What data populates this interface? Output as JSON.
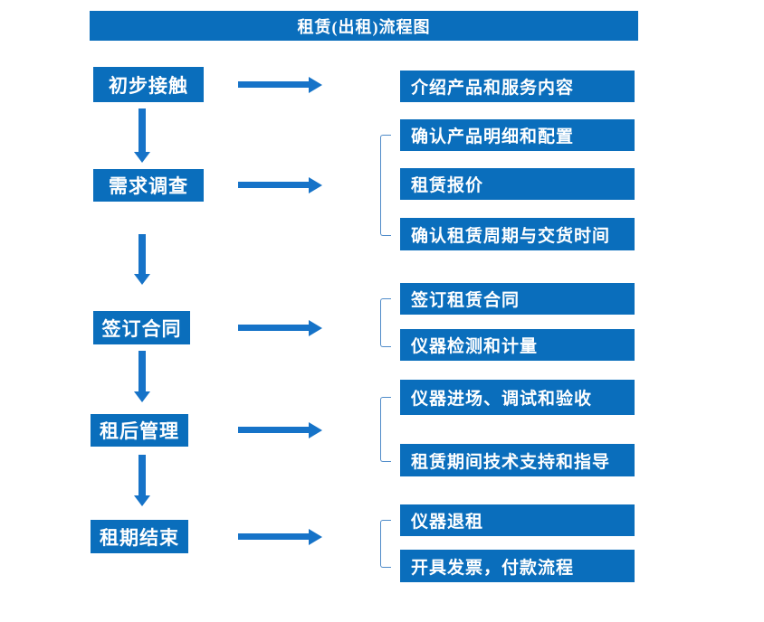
{
  "title": "租赁(出租)流程图",
  "colors": {
    "box_blue": "#0a6ebc",
    "arrow_blue": "#1673c8",
    "bracket_blue": "#4f8bc9",
    "text_white": "#ffffff",
    "background": "#ffffff"
  },
  "stages": [
    {
      "label": "初步接触",
      "details": [
        "介绍产品和服务内容"
      ]
    },
    {
      "label": "需求调查",
      "details": [
        "确认产品明细和配置",
        "租赁报价",
        "确认租赁周期与交货时间"
      ]
    },
    {
      "label": "签订合同",
      "details": [
        "签订租赁合同",
        "仪器检测和计量"
      ]
    },
    {
      "label": "租后管理",
      "details": [
        "仪器进场、调试和验收",
        "租赁期间技术支持和指导"
      ]
    },
    {
      "label": "租期结束",
      "details": [
        "仪器退租",
        "开具发票，付款流程"
      ]
    }
  ]
}
